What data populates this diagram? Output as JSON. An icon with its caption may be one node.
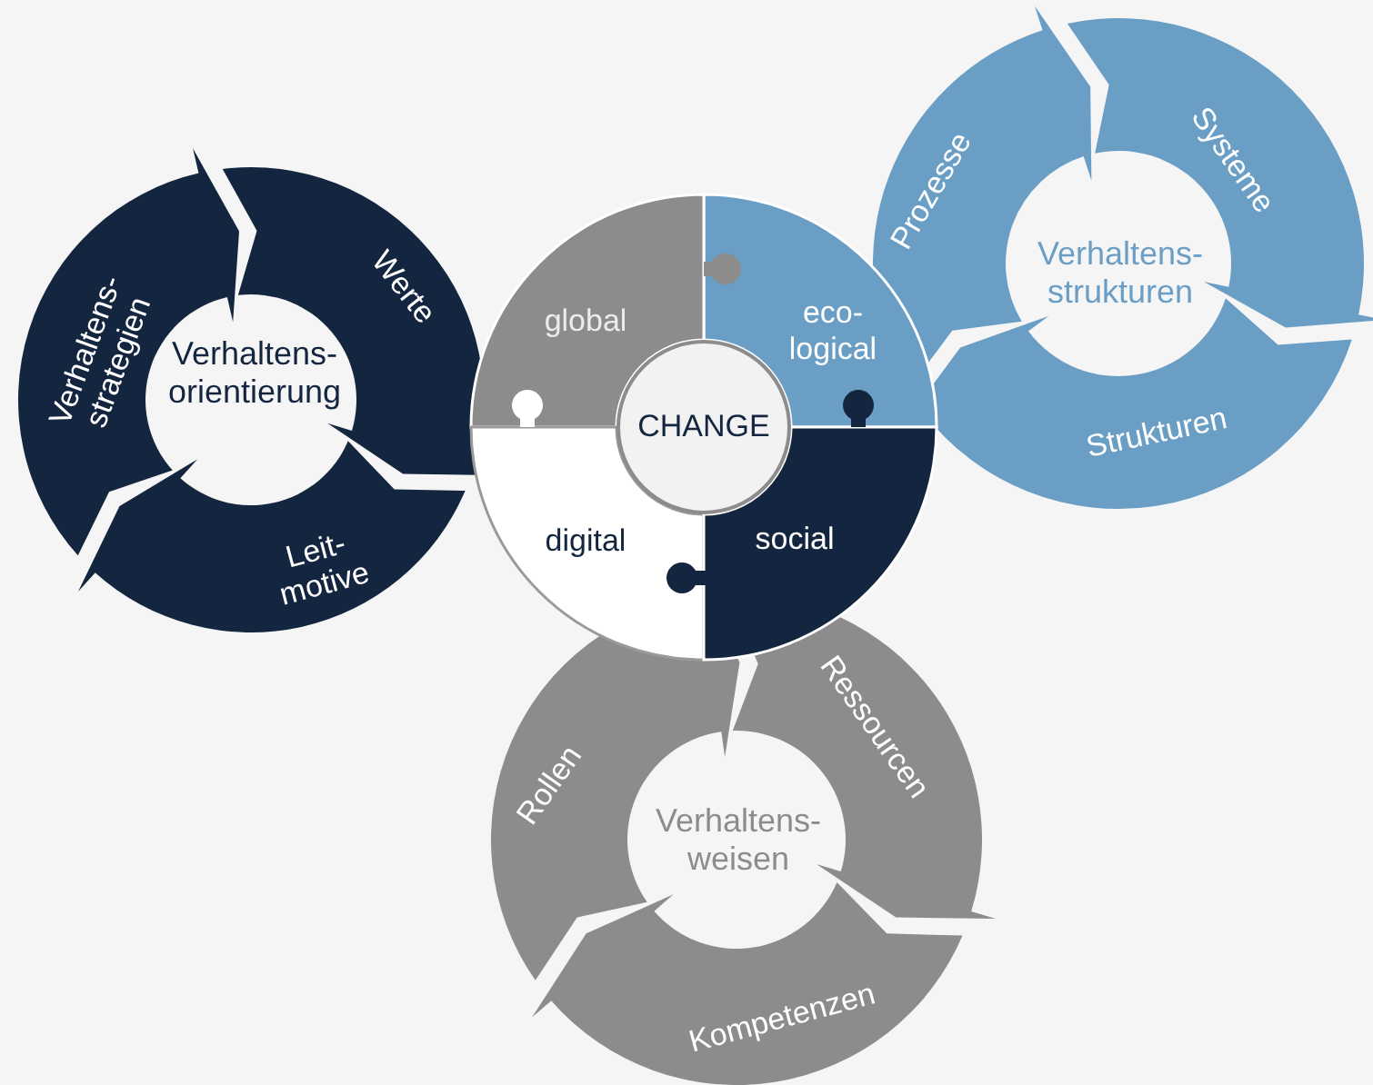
{
  "diagram": {
    "nodes": [
      {
        "text": [
          "Werte"
        ]
      },
      {
        "text": [
          "Verhaltens- strategien"
        ]
      },
      {
        "text": [
          "Leit- motive"
        ]
      },
      {
        "text": [
          "Prozesse"
        ]
      },
      {
        "text": [
          "Systeme"
        ]
      },
      {
        "text": [
          "Strukturen"
        ]
      },
      {
        "text": [
          "global"
        ]
      },
      {
        "text": [
          "eco- logical"
        ]
      },
      {
        "text": [
          "CHANGE"
        ]
      },
      {
        "text": [
          "digital"
        ]
      },
      {
        "text": [
          "social"
        ]
      },
      {
        "text": [
          "Ressourcen"
        ]
      },
      {
        "text": [
          "Rollen"
        ]
      },
      {
        "text": [
          "Kompetenzen"
        ]
      }
    ],
    "labels": [
      "Verhaltens- orientierung",
      "Verhaltens- strukturen",
      "Verhaltens- weisen"
    ]
  }
}
